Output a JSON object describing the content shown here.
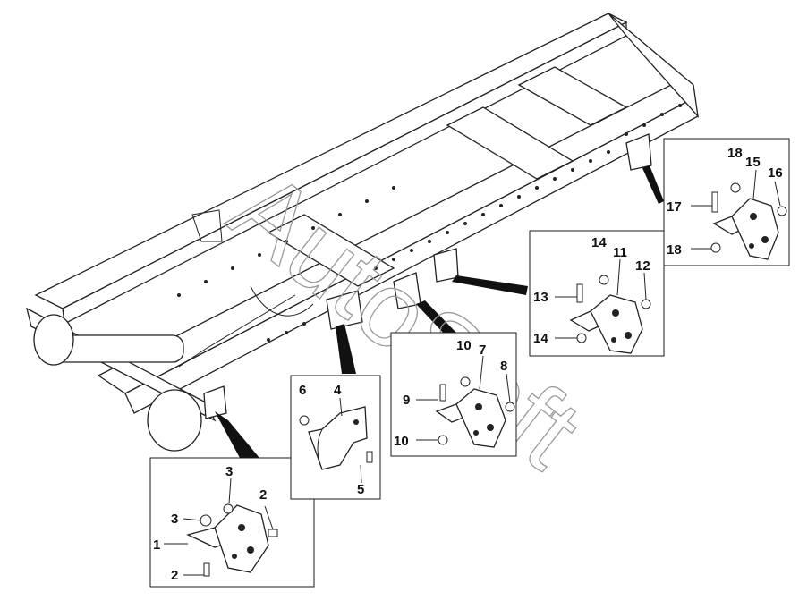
{
  "watermark": "AutoSoft",
  "colors": {
    "lines": "#222222",
    "background": "#ffffff",
    "watermark": "#9a9a9a"
  },
  "callouts": {
    "n1": "1",
    "n2a": "2",
    "n2b": "2",
    "n3a": "3",
    "n3b": "3",
    "n4": "4",
    "n5": "5",
    "n6": "6",
    "n7": "7",
    "n8": "8",
    "n9": "9",
    "n10a": "10",
    "n10b": "10",
    "n11": "11",
    "n12": "12",
    "n13": "13",
    "n14a": "14",
    "n14b": "14",
    "n15": "15",
    "n16": "16",
    "n17": "17",
    "n18a": "18",
    "n18b": "18"
  }
}
